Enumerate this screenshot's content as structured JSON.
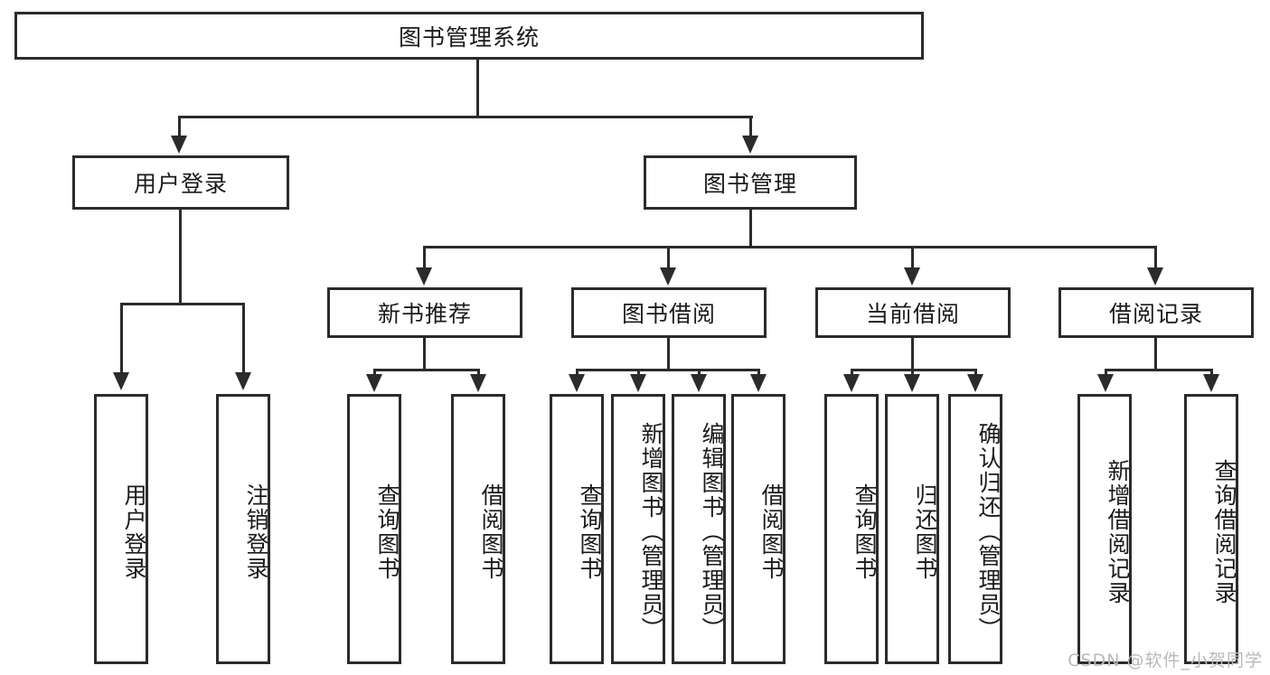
{
  "diagram": {
    "title": "图书管理系统",
    "root": {
      "label": "图书管理系统"
    },
    "level2": [
      {
        "label": "用户登录"
      },
      {
        "label": "图书管理"
      }
    ],
    "level3": [
      {
        "label": "新书推荐"
      },
      {
        "label": "图书借阅"
      },
      {
        "label": "当前借阅"
      },
      {
        "label": "借阅记录"
      }
    ],
    "leaves": {
      "user_login": [
        {
          "label": "用户登录"
        },
        {
          "label": "注销登录"
        }
      ],
      "new_book": [
        {
          "label": "查询图书"
        },
        {
          "label": "借阅图书"
        }
      ],
      "book_borrow": [
        {
          "label": "查询图书"
        },
        {
          "label": "新增图书（管理员）"
        },
        {
          "label": "编辑图书（管理员）"
        },
        {
          "label": "借阅图书"
        }
      ],
      "current_borrow": [
        {
          "label": "查询图书"
        },
        {
          "label": "归还图书"
        },
        {
          "label": "确认归还（管理员）"
        }
      ],
      "borrow_record": [
        {
          "label": "新增借阅记录"
        },
        {
          "label": "查询借阅记录"
        }
      ]
    }
  },
  "watermark": {
    "text": "CSDN @软件_小贺同学"
  },
  "colors": {
    "stroke": "#2b2b2b",
    "fill": "#ffffff",
    "text": "#1a1a1a",
    "watermark": "#b9b9b9"
  }
}
